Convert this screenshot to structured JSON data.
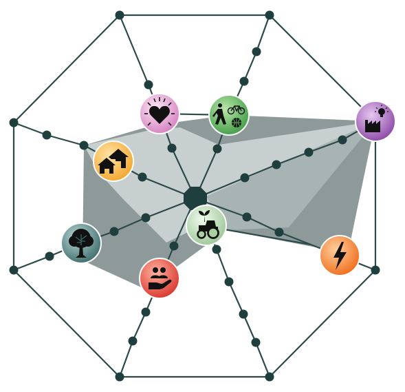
{
  "diagram": {
    "type": "radar-network",
    "colors": {
      "line": "#2c4a4a",
      "node": "#1f3f3f",
      "polygon_dark": "#8e9a9a",
      "polygon_light": "#c3cbcb"
    },
    "axes": [
      {
        "name": "health",
        "icon": "heart-icon",
        "color": "#e39bd0"
      },
      {
        "name": "recreation",
        "icon": "walking-bicycle-ball-icon",
        "color": "#5bb05a"
      },
      {
        "name": "industry",
        "icon": "factory-lightbulb-icon",
        "color": "#a05fb8"
      },
      {
        "name": "energy",
        "icon": "lightning-bolt-icon",
        "color": "#f07a2a"
      },
      {
        "name": "agriculture",
        "icon": "tractor-sprout-icon",
        "color": "#a9cfa3"
      },
      {
        "name": "community",
        "icon": "hand-people-icon",
        "color": "#e8473a"
      },
      {
        "name": "nature",
        "icon": "tree-icon",
        "color": "#3f6e6e"
      },
      {
        "name": "housing",
        "icon": "houses-icon",
        "color": "#f6b23a"
      }
    ]
  }
}
